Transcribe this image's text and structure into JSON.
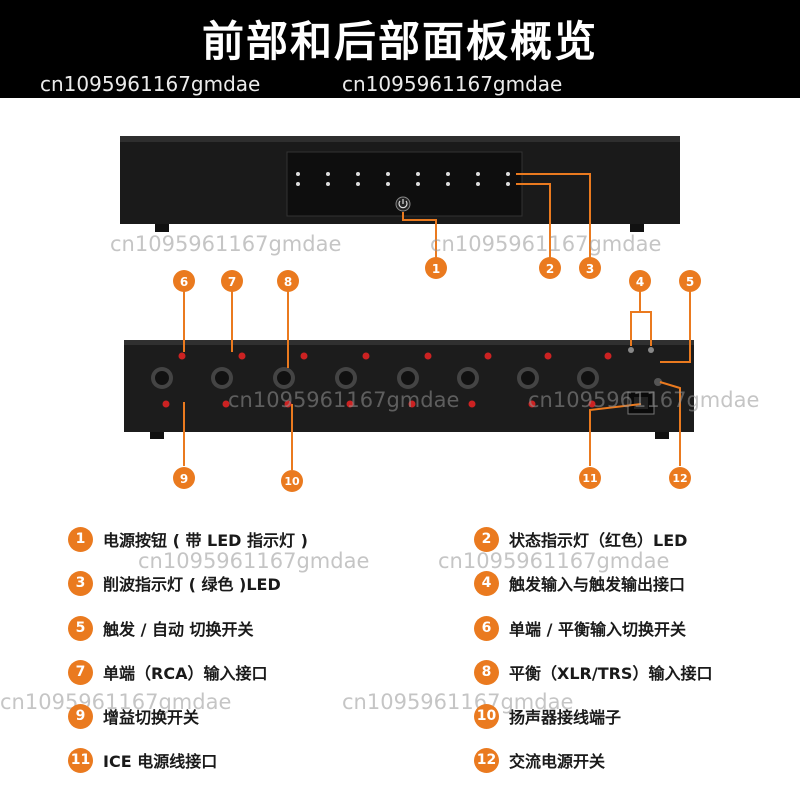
{
  "title": "前部和后部面板概览",
  "watermark": "cn1095961167gmdae",
  "callouts": [
    "1",
    "2",
    "3",
    "4",
    "5",
    "6",
    "7",
    "8",
    "9",
    "10",
    "11",
    "12"
  ],
  "legend": [
    {
      "num": "1",
      "text": "电源按钮 ( 带 LED 指示灯 )"
    },
    {
      "num": "2",
      "text": "状态指示灯（红色）LED"
    },
    {
      "num": "3",
      "text": "削波指示灯 ( 绿色 )LED"
    },
    {
      "num": "4",
      "text": "触发输入与触发输出接口"
    },
    {
      "num": "5",
      "text": "触发 / 自动 切换开关"
    },
    {
      "num": "6",
      "text": "单端 / 平衡输入切换开关"
    },
    {
      "num": "7",
      "text": "单端（RCA）输入接口"
    },
    {
      "num": "8",
      "text": "平衡（XLR/TRS）输入接口"
    },
    {
      "num": "9",
      "text": "增益切换开关"
    },
    {
      "num": "10",
      "text": "扬声器接线端子"
    },
    {
      "num": "11",
      "text": "ICE 电源线接口"
    },
    {
      "num": "12",
      "text": "交流电源开关"
    }
  ],
  "colors": {
    "accent": "#ea7a1f",
    "banner": "#000000",
    "device": "#1c1c1c"
  }
}
